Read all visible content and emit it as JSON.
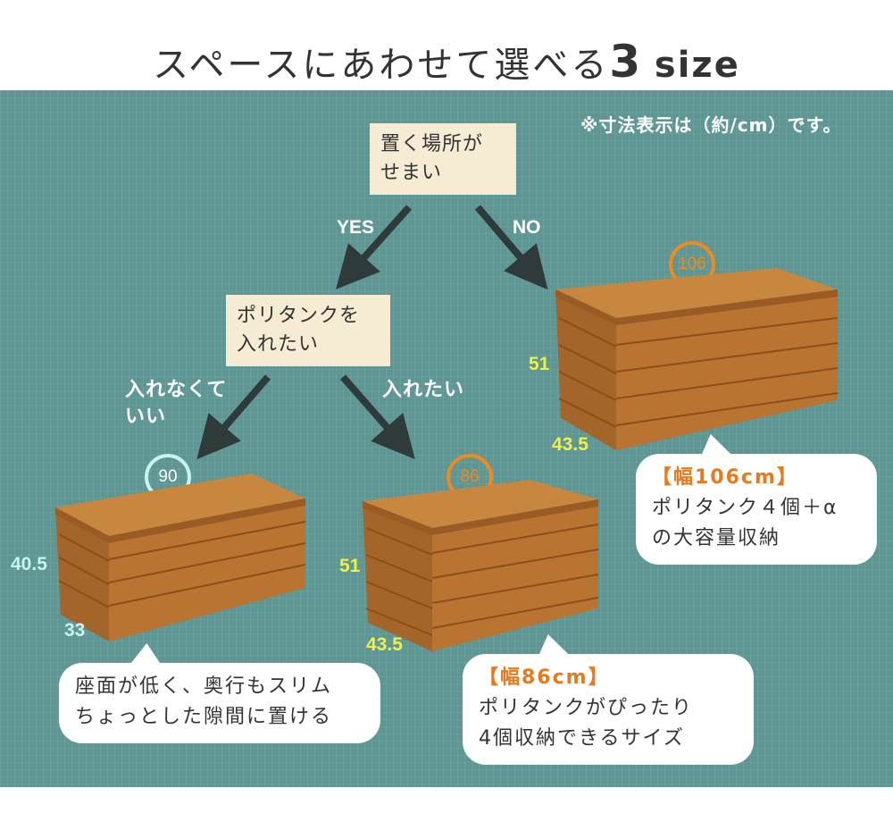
{
  "title": {
    "prefix": "スペースにあわせて選べる",
    "number": "3",
    "suffix": "size"
  },
  "note": "※寸法表示は（約/cm）です。",
  "question": {
    "line1": "置く場所が",
    "line2": "せまい"
  },
  "branch_yes": "YES",
  "branch_no": "NO",
  "question2": {
    "line1": "ポリタンクを",
    "line2": "入れたい"
  },
  "branch_no_tank": {
    "line1": "入れなくて",
    "line2": "いい"
  },
  "branch_tank": "入れたい",
  "products": {
    "small": {
      "width": "90",
      "height": "40.5",
      "depth": "33",
      "desc": {
        "line1": "座面が低く、奥行もスリム",
        "line2": "ちょっとした隙間に置ける"
      },
      "circle_color": "#c8f4ee"
    },
    "medium": {
      "width": "86",
      "height": "51",
      "depth": "43.5",
      "desc": {
        "head": "【幅86cm】",
        "line1": "ポリタンクがぴったり",
        "line2": "4個収納できるサイズ"
      },
      "circle_color": "#f08a1c"
    },
    "large": {
      "width": "106",
      "height": "51",
      "depth": "43.5",
      "desc": {
        "head": "【幅106cm】",
        "line1": "ポリタンク４個＋α",
        "line2": "の大容量収納"
      },
      "circle_color": "#f08a1c"
    }
  },
  "colors": {
    "panel": "#5e9694",
    "box_bg": "#f6ecd4",
    "accent_orange": "#e87a1e",
    "dim_yellow": "#f0f040",
    "dim_cyan": "#c8f4ee"
  }
}
